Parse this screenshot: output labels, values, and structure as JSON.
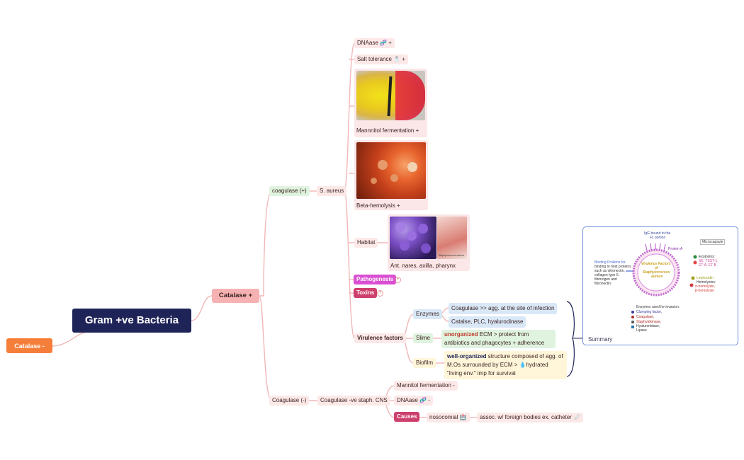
{
  "root": "Gram +ve Bacteria",
  "catalase_neg": "Catalase -",
  "catalase_pos": "Catalase +",
  "coag_pos": "coagulase (+)",
  "s_aureus": "S. aureus",
  "dnaase_pos": "DNAase 🧬 +",
  "salt": "Salt tolerance 🧂 +",
  "mannitol_pos": "Mannnitol fermentation +",
  "beta": "Beta-hemolysis +",
  "habitat": "Habitat",
  "habitat_desc": "Ant. nares, axilla, pharynx",
  "habitat_photo_caption": "Staphylococcus aureus",
  "pathogenesis": "Pathogenesis",
  "toxins": "Toxins",
  "collapsed_mark": "+",
  "virulence": "Virulence factors",
  "enzymes": "Enzymes",
  "enz1": "Coagulase >> agg. at the site of infection",
  "enz2": "Catalse, PLC, hyalurodinase",
  "slime": "Slime",
  "slime_em": "unorganized",
  "slime_rest": " ECM > protect from antibiotics and phagocytes + adherence",
  "biofilm": "Biofilm",
  "biofilm_em": "well-organized",
  "biofilm_rest": " structure composed of agg. of M.Os surrounded by ECM > 💧hydrated \"living env.\" imp for survival",
  "coag_neg": "Coagulase (-)",
  "cns": "Coagulase -ve staph. CNS",
  "mannitol_neg": "Mannitol fermentation -",
  "dnaase_neg": "DNAase 🧬 -",
  "causes": "Causes",
  "nosocomial": "nosocomial 🏥",
  "assoc": "assoc. w/ foreign bodies ex. catheter 🩹",
  "summary_label": "Summary",
  "summary": {
    "igg": "IgG bound to the",
    "fc": "Fc portion",
    "microcapsule": "Microcapsule",
    "proteinA": "Protein A",
    "binding1": "Binding Proteins for",
    "binding2": "binding to host proteins",
    "binding3": "such as vitronectin,",
    "binding4": "collagen type II,",
    "binding5": "fibrinogen and",
    "binding6": "fibronectin.",
    "center1": "Virulence Factors",
    "center2": "of",
    "center3": "Staphylococcus",
    "center4": "aureus",
    "exo1": "Exotoxins:",
    "exo2": "SE, TSST-1,",
    "exo3": "ET-A, ET-B",
    "leuk": "Leukocidin",
    "hemo": "Hemolysins:",
    "hemo2": "α-hemolysin,",
    "hemo3": "β-hemolysin",
    "enzinv": "Enzymes used for invasion:",
    "e1": "Clumping factor,",
    "e2": "Coagulase,",
    "e3": "Staphylokinase,",
    "e4": "Hyaluronidase,",
    "e5": "Lipase"
  }
}
